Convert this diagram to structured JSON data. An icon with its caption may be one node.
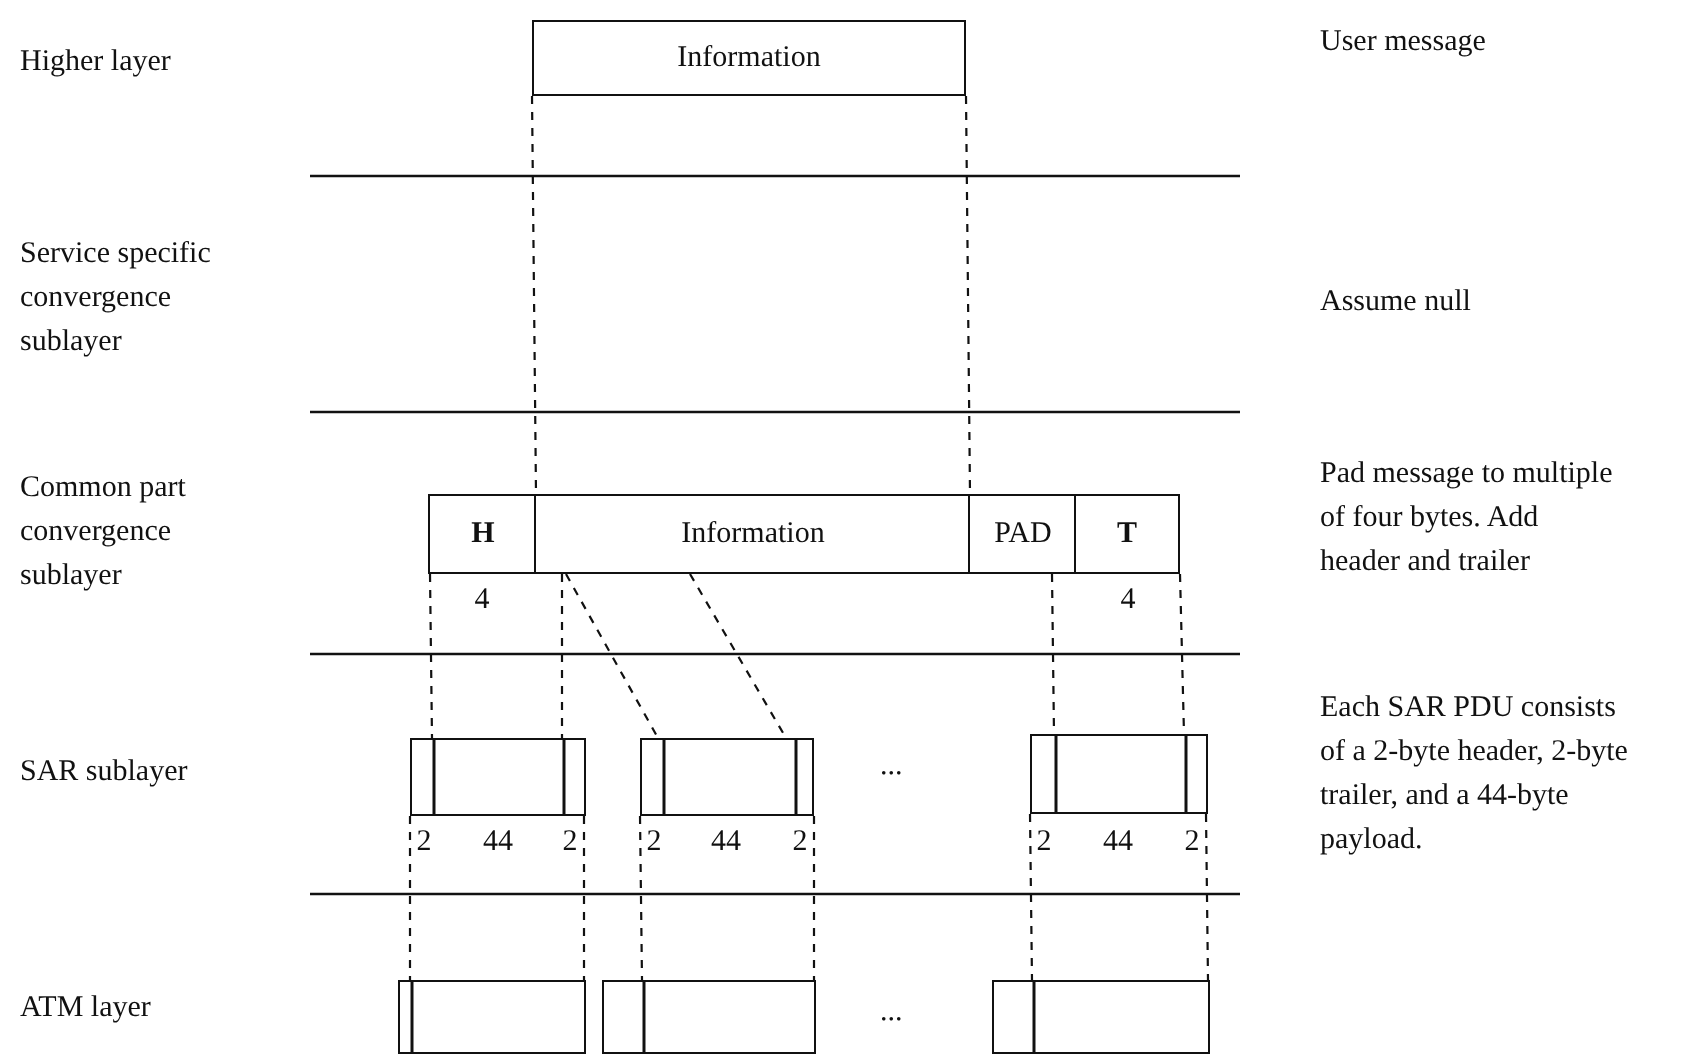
{
  "diagram": {
    "nodes": [
      {
        "text": [
          "Information"
        ]
      },
      {
        "text": [
          "H"
        ],
        "beside": [
          "4"
        ]
      },
      {
        "text": [
          "Information"
        ]
      },
      {
        "text": [
          "PAD"
        ]
      },
      {
        "text": [
          "T"
        ],
        "beside": [
          "4"
        ]
      },
      {
        "text": [],
        "shape": "box",
        "beside": [
          "2",
          "44",
          "2"
        ]
      },
      {
        "text": [],
        "shape": "box",
        "beside": [
          "2",
          "44",
          "2"
        ]
      },
      {
        "text": [],
        "shape": "box",
        "beside": [
          "2",
          "44",
          "2"
        ]
      },
      {
        "text": [],
        "shape": "box"
      },
      {
        "text": [],
        "shape": "box"
      },
      {
        "text": [],
        "shape": "box"
      }
    ],
    "edges": [
      {
        "from": 0,
        "to": 2,
        "arrow": "none",
        "style": "dashed"
      },
      {
        "from": 0,
        "to": 2,
        "arrow": "none",
        "style": "dashed"
      },
      {
        "from": 1,
        "to": 5,
        "arrow": "none",
        "style": "dashed"
      },
      {
        "from": 2,
        "to": 5,
        "arrow": "none",
        "style": "dashed"
      },
      {
        "from": 2,
        "to": 6,
        "arrow": "none",
        "style": "dashed"
      },
      {
        "from": 2,
        "to": 6,
        "arrow": "none",
        "style": "dashed"
      },
      {
        "from": 3,
        "to": 7,
        "arrow": "none",
        "style": "dashed"
      },
      {
        "from": 4,
        "to": 7,
        "arrow": "none",
        "style": "dashed"
      },
      {
        "from": 5,
        "to": 8,
        "arrow": "none",
        "style": "dashed"
      },
      {
        "from": 5,
        "to": 8,
        "arrow": "none",
        "style": "dashed"
      },
      {
        "from": 6,
        "to": 9,
        "arrow": "none",
        "style": "dashed"
      },
      {
        "from": 6,
        "to": 9,
        "arrow": "none",
        "style": "dashed"
      },
      {
        "from": 7,
        "to": 10,
        "arrow": "none",
        "style": "dashed"
      },
      {
        "from": 7,
        "to": 10,
        "arrow": "none",
        "style": "dashed"
      }
    ],
    "labels": [
      "Higher layer",
      "User message",
      "Service specific convergence sublayer",
      "Assume null",
      "Common part convergence sublayer",
      "Pad message to multiple of four bytes. Add header and trailer",
      "SAR sublayer",
      "...",
      "Each SAR PDU consists of a 2-byte header, 2-byte trailer, and a 44-byte payload.",
      "ATM layer",
      "..."
    ]
  }
}
